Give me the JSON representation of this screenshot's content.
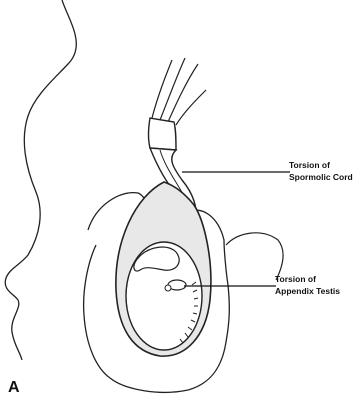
{
  "figure": {
    "panel_letter": "A",
    "labels": {
      "cord_line1": "Torsion of",
      "cord_line2": "Spormolic Cord",
      "appendix_line1": "Torsion of",
      "appendix_line2": "Appendix Testis"
    }
  }
}
